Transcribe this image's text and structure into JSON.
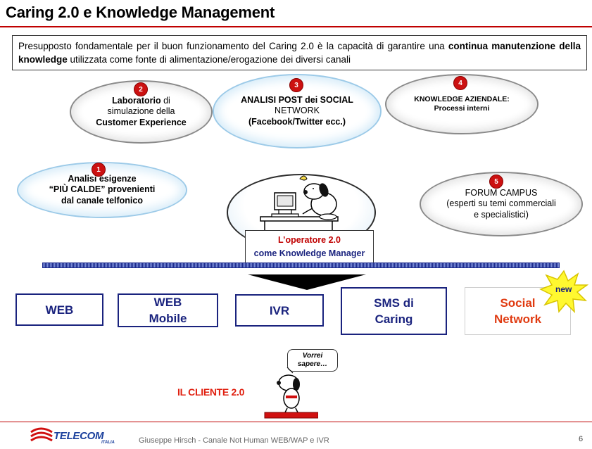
{
  "title": "Caring 2.0 e Knowledge Management",
  "intro": {
    "part1": "Presupposto fondamentale per il buon funzionamento del Caring 2.0 è la capacità di garantire una ",
    "bold1": "continua manutenzione della knowledge",
    "part2": " utilizzata come fonte di alimentazione/erogazione dei diversi canali"
  },
  "bubbles": [
    {
      "num": "1",
      "lines": [
        "Analisi esigenze",
        "“PIÙ CALDE” provenienti",
        "dal canale telfonico"
      ]
    },
    {
      "num": "2",
      "line1_bold": "Laboratorio",
      "line1_rest": " di",
      "line2": "simulazione della",
      "line3": "Customer Experience"
    },
    {
      "num": "3",
      "lines": [
        "ANALISI POST dei SOCIAL",
        "NETWORK",
        "(Facebook/Twitter ecc.)"
      ]
    },
    {
      "num": "4",
      "lines": [
        "KNOWLEDGE AZIENDALE:",
        "Processi interni"
      ]
    },
    {
      "num": "5",
      "line1": "FORUM CAMPUS",
      "line2": "(esperti su temi commerciali",
      "line3": "e specialistici)"
    }
  ],
  "operator": {
    "line1": "L’operatore 2.0",
    "line2": "come Knowledge Manager"
  },
  "channels": [
    {
      "lines": [
        "WEB"
      ]
    },
    {
      "lines": [
        "WEB",
        "Mobile"
      ]
    },
    {
      "lines": [
        "IVR"
      ]
    },
    {
      "lines": [
        "SMS di",
        "Caring"
      ]
    },
    {
      "lines": [
        "Social",
        "Network"
      ]
    }
  ],
  "new_badge": "new",
  "speech": {
    "line1": "Vorrei",
    "line2": "sapere…"
  },
  "cliente": "IL CLIENTE 2.0",
  "footer": {
    "logo_word": "TELECOM",
    "logo_sub": "ITALIA",
    "text": "Giuseppe Hirsch -  Canale Not Human WEB/WAP e IVR",
    "page": "6"
  },
  "colors": {
    "accent_red": "#c00000",
    "navy": "#1a237e",
    "orange_red": "#e03a10",
    "bubble_blue": "#9ccae8"
  }
}
